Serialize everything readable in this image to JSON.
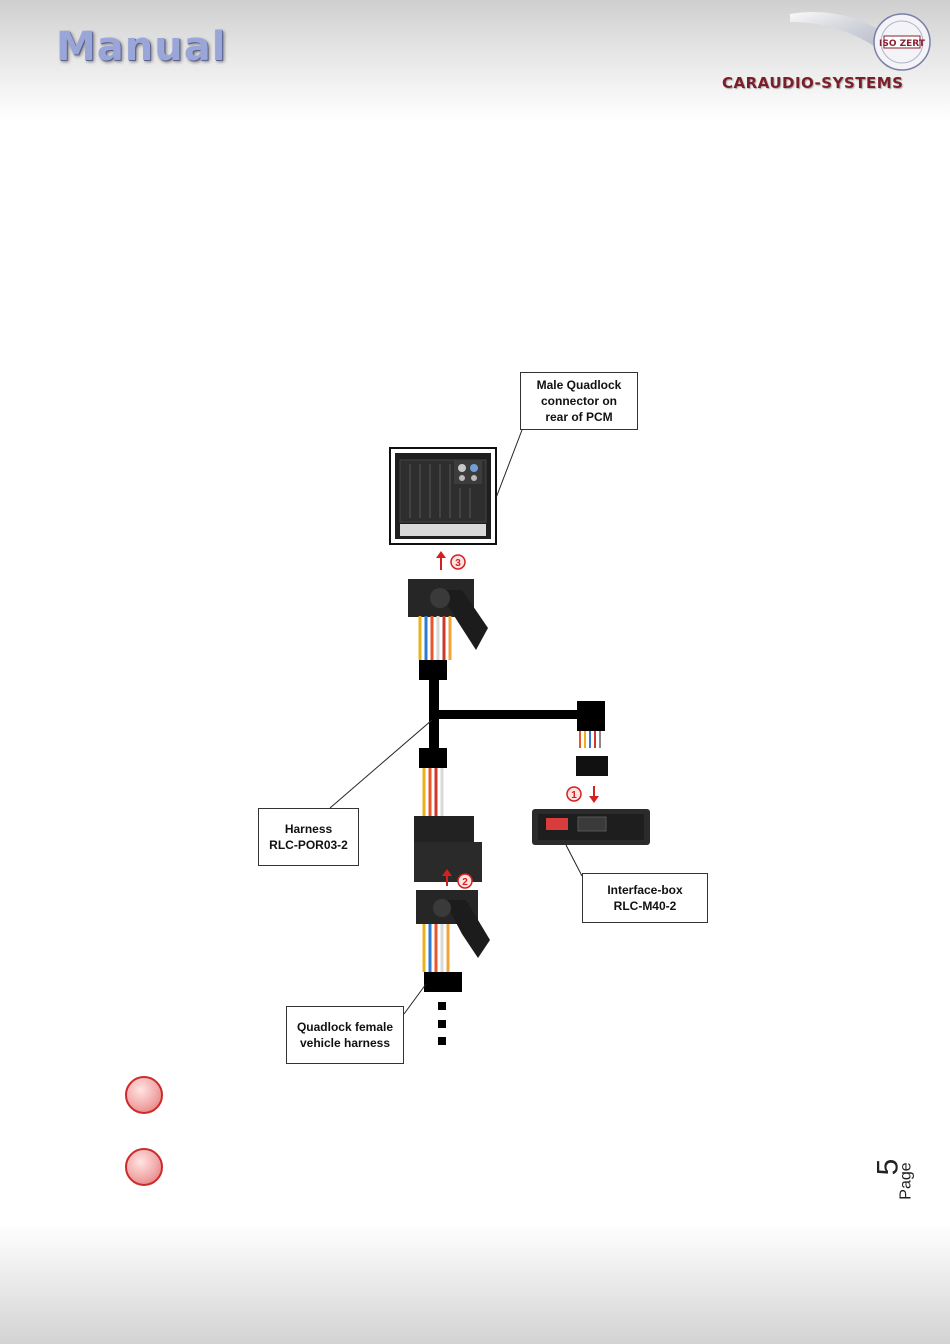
{
  "header": {
    "title": "Manual",
    "brand": "CARAUDIO-SYSTEMS",
    "seal_text": "ISO ZERT"
  },
  "diagram": {
    "labels": {
      "male_connector": [
        "Male Quadlock",
        "connector on",
        "rear of PCM"
      ],
      "harness": [
        "Harness",
        "RLC-POR03-2"
      ],
      "interface_box": [
        "Interface-box",
        "RLC-M40-2"
      ],
      "quadlock_female": [
        "Quadlock female",
        "vehicle harness"
      ]
    },
    "steps": {
      "step1": "1",
      "step2": "2",
      "step3": "3"
    }
  },
  "footer": {
    "page_word": "Page",
    "page_number": "5"
  },
  "colors": {
    "step_red": "#d42020",
    "title_blue": "#9ba6d8",
    "brand_red": "#7a1e2a"
  }
}
